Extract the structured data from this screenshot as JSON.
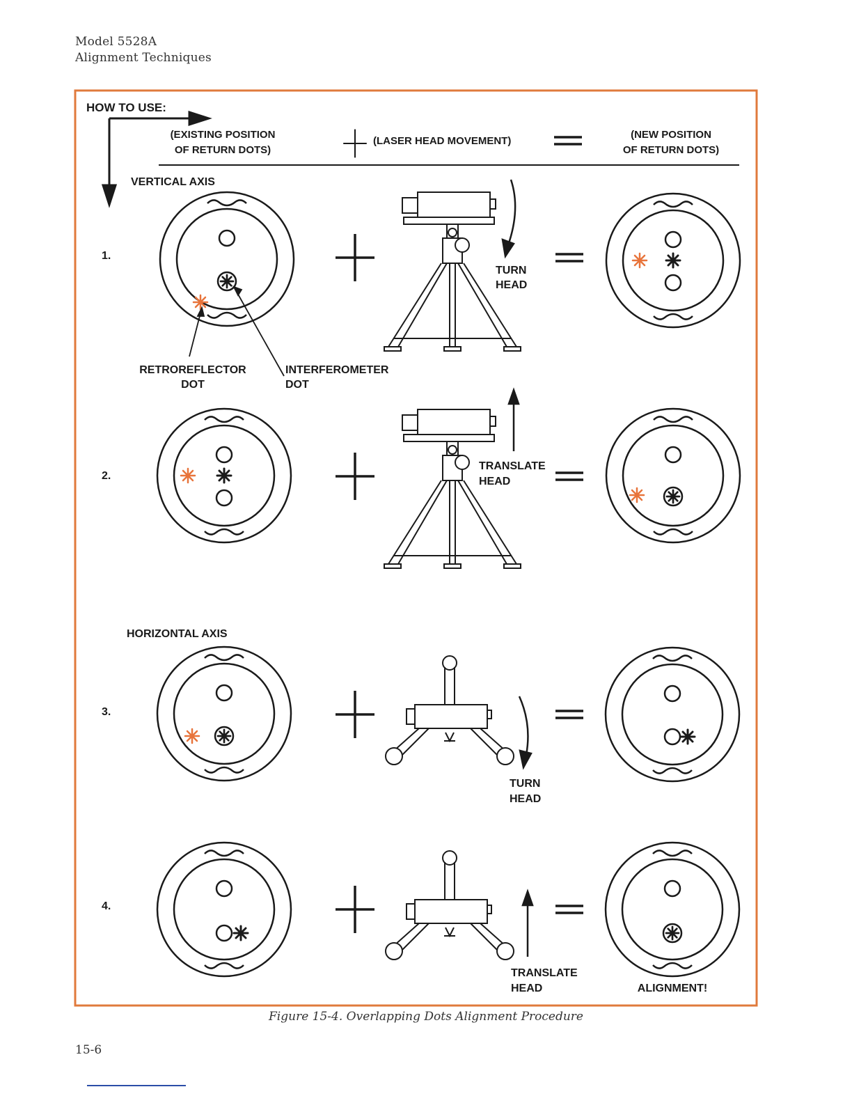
{
  "header": {
    "model": "Model 5528A",
    "section": "Alignment Techniques"
  },
  "figure": {
    "how_to_use": "HOW TO USE:",
    "col_existing_line1": "(EXISTING POSITION",
    "col_existing_line2": "OF RETURN DOTS)",
    "col_movement": "(LASER HEAD MOVEMENT)",
    "col_new_line1": "(NEW POSITION",
    "col_new_line2": "OF RETURN DOTS)",
    "vertical_axis": "VERTICAL AXIS",
    "horizontal_axis": "HORIZONTAL AXIS",
    "steps": [
      {
        "num": "1.",
        "action_line1": "TURN",
        "action_line2": "HEAD"
      },
      {
        "num": "2.",
        "action_line1": "TRANSLATE",
        "action_line2": "HEAD"
      },
      {
        "num": "3.",
        "action_line1": "TURN",
        "action_line2": "HEAD"
      },
      {
        "num": "4.",
        "action_line1": "TRANSLATE",
        "action_line2": "HEAD"
      }
    ],
    "retro_label_line1": "RETROREFLECTOR",
    "retro_label_line2": "DOT",
    "interf_label_line1": "INTERFEROMETER",
    "interf_label_line2": "DOT",
    "alignment_label": "ALIGNMENT!",
    "colors": {
      "frame": "#e07a3c",
      "retro_dot": "#e8743b",
      "ink": "#1a1a1a"
    }
  },
  "caption": "Figure 15-4. Overlapping Dots Alignment Procedure",
  "page_number": "15-6"
}
